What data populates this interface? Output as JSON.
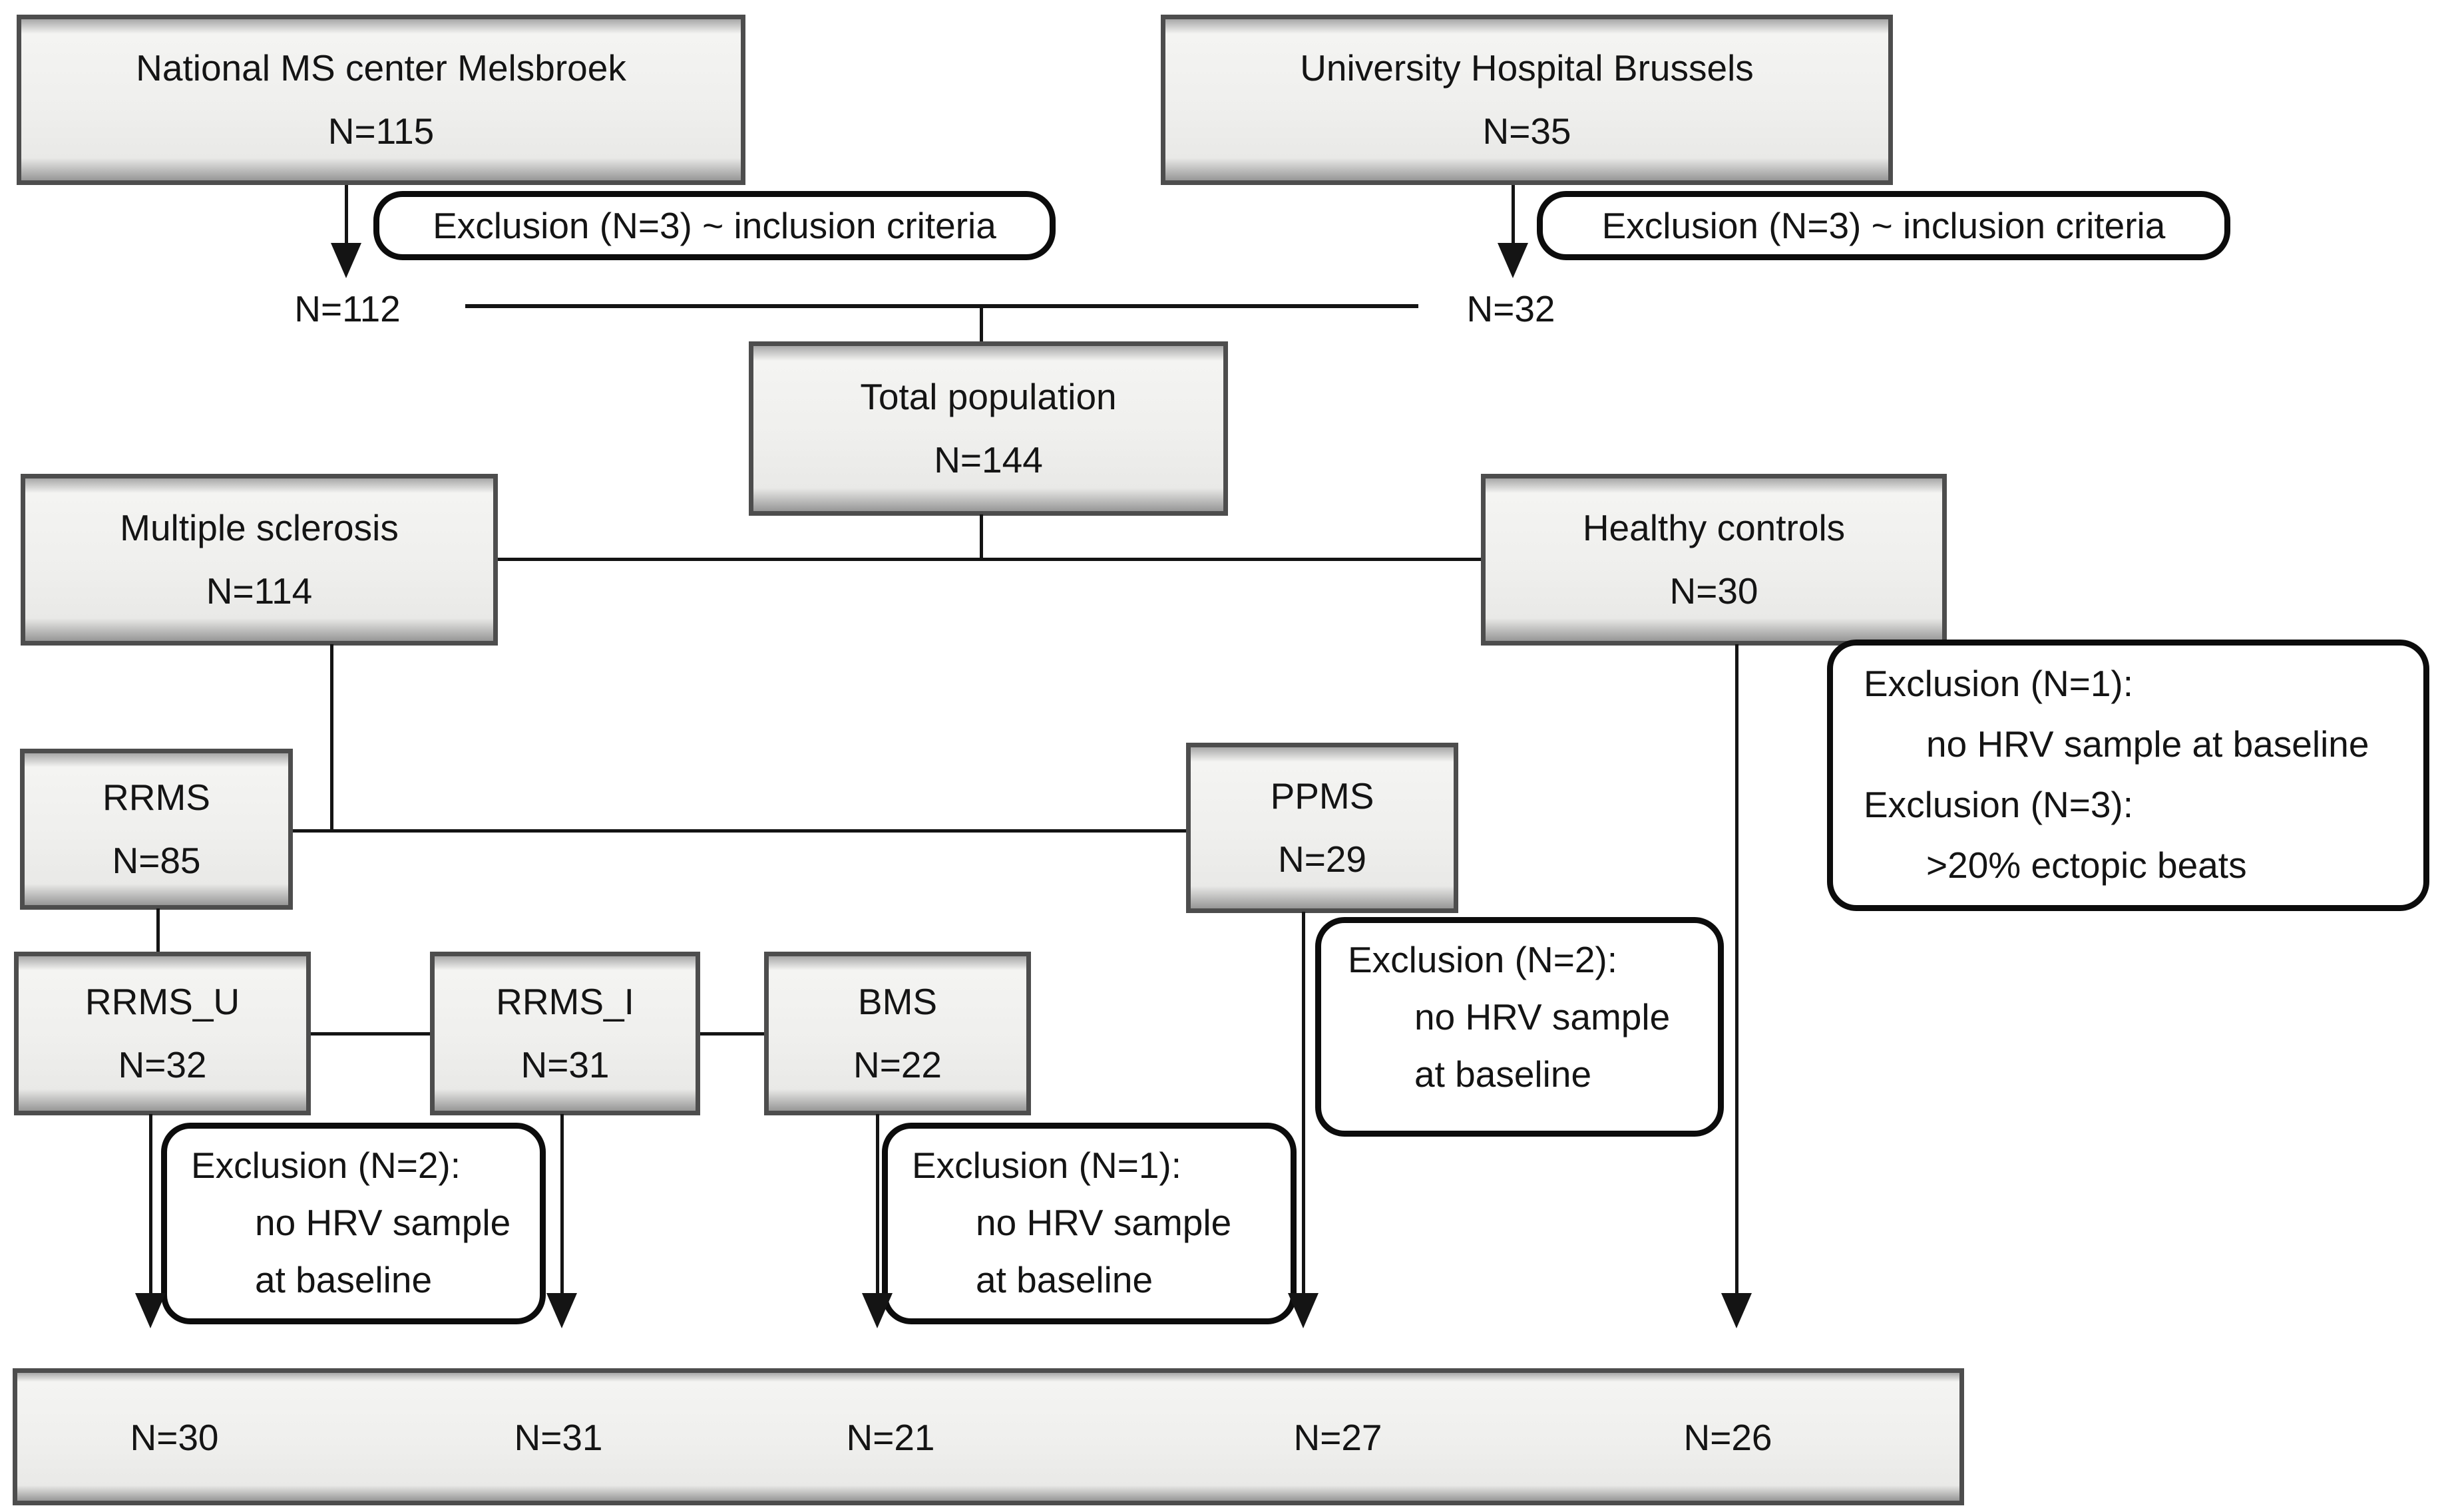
{
  "colors": {
    "box_fill": "#ebebe9",
    "box_border": "#4d4d4d",
    "callout_border": "#0c0c0c",
    "line": "#141414",
    "background": "#ffffff"
  },
  "nodes": {
    "melsbroek": {
      "title": "National MS center Melsbroek",
      "n": "N=115"
    },
    "brussels": {
      "title": "University Hospital Brussels",
      "n": "N=35"
    },
    "total": {
      "title": "Total population",
      "n": "N=144"
    },
    "ms": {
      "title": "Multiple sclerosis",
      "n": "N=114"
    },
    "hc": {
      "title": "Healthy controls",
      "n": "N=30"
    },
    "rrms": {
      "title": "RRMS",
      "n": "N=85"
    },
    "ppms": {
      "title": "PPMS",
      "n": "N=29"
    },
    "rrms_u": {
      "title": "RRMS_U",
      "n": "N=32"
    },
    "rrms_i": {
      "title": "RRMS_I",
      "n": "N=31"
    },
    "bms": {
      "title": "BMS",
      "n": "N=22"
    }
  },
  "flow_labels": {
    "after_exclusion_left": "N=112",
    "after_exclusion_right": "N=32"
  },
  "exclusions": {
    "melsbroek": {
      "text": "Exclusion (N=3) ~ inclusion criteria"
    },
    "brussels": {
      "text": "Exclusion (N=3) ~ inclusion criteria"
    },
    "healthy_controls": {
      "lines": [
        "Exclusion (N=1):",
        "no HRV sample at baseline",
        "Exclusion (N=3):",
        ">20% ectopic beats"
      ]
    },
    "ppms": {
      "lines": [
        "Exclusion (N=2):",
        "no HRV sample",
        "at baseline"
      ]
    },
    "rrms_u": {
      "lines": [
        "Exclusion (N=2):",
        "no HRV sample",
        "at baseline"
      ]
    },
    "bms": {
      "lines": [
        "Exclusion (N=1):",
        "no HRV sample",
        "at baseline"
      ]
    }
  },
  "final_counts": {
    "labels": [
      "N=30",
      "N=31",
      "N=21",
      "N=27",
      "N=26"
    ]
  }
}
